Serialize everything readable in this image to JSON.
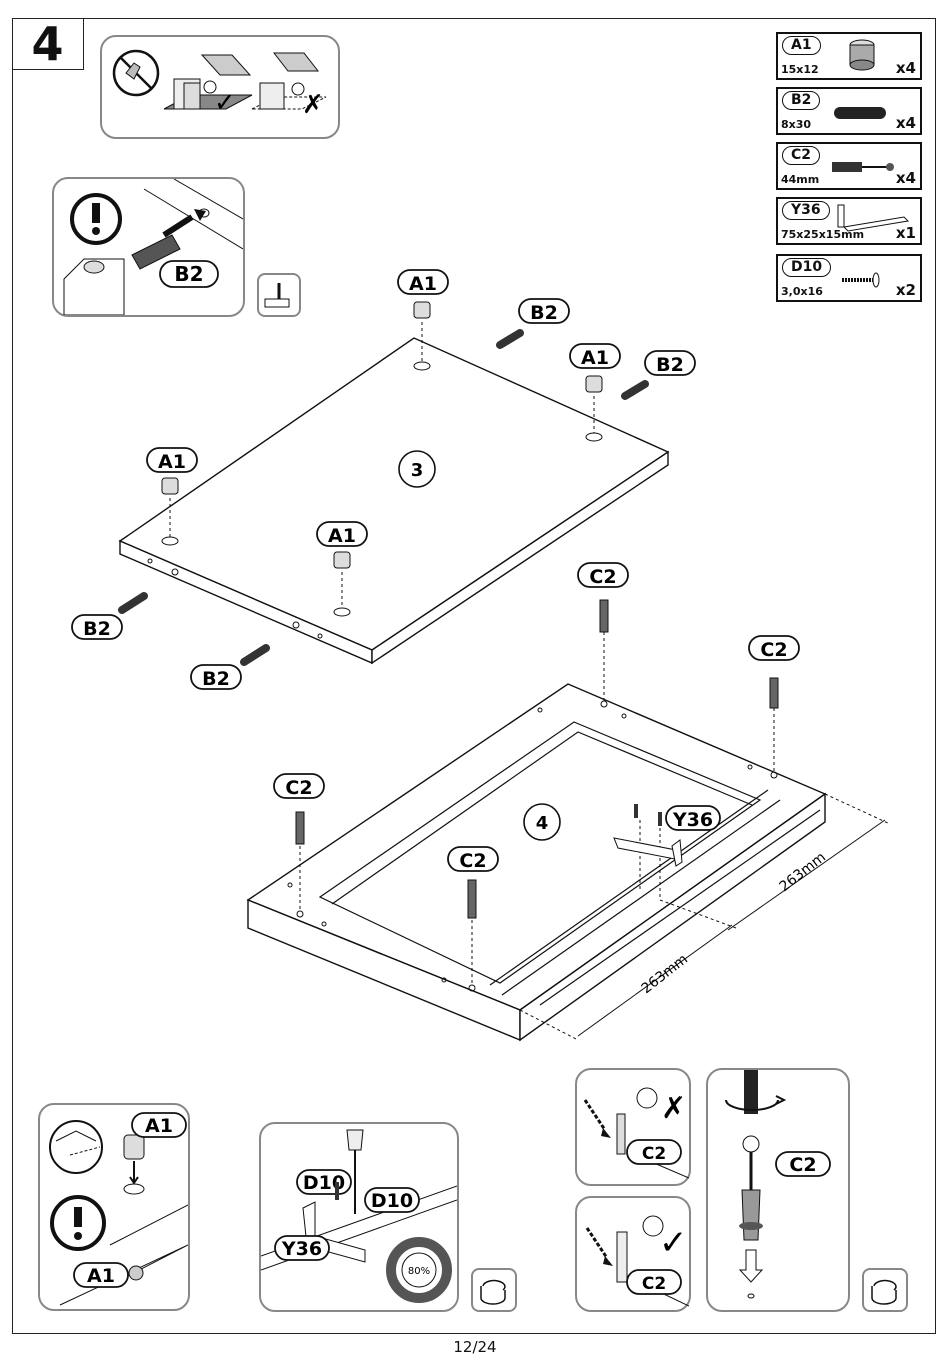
{
  "step": {
    "number": "4"
  },
  "hardware": [
    {
      "id": "A1",
      "size": "15x12",
      "qty": "x4",
      "icon": "cam-lock-icon"
    },
    {
      "id": "B2",
      "size": "8x30",
      "qty": "x4",
      "icon": "wooden-dowel-icon"
    },
    {
      "id": "C2",
      "size": "44mm",
      "qty": "x4",
      "icon": "cam-bolt-icon"
    },
    {
      "id": "Y36",
      "size": "75x25x15mm",
      "qty": "x1",
      "icon": "metal-bracket-icon"
    },
    {
      "id": "D10",
      "size": "3,0x16",
      "qty": "x2",
      "icon": "screw-icon"
    }
  ],
  "labels": {
    "a1": "A1",
    "b2": "B2",
    "c2": "C2",
    "d10": "D10",
    "y36": "Y36",
    "panel3": "3",
    "panel4": "4",
    "dim1": "263mm",
    "dim2": "263mm",
    "percent": "80%"
  },
  "page": {
    "number": "12/24"
  }
}
